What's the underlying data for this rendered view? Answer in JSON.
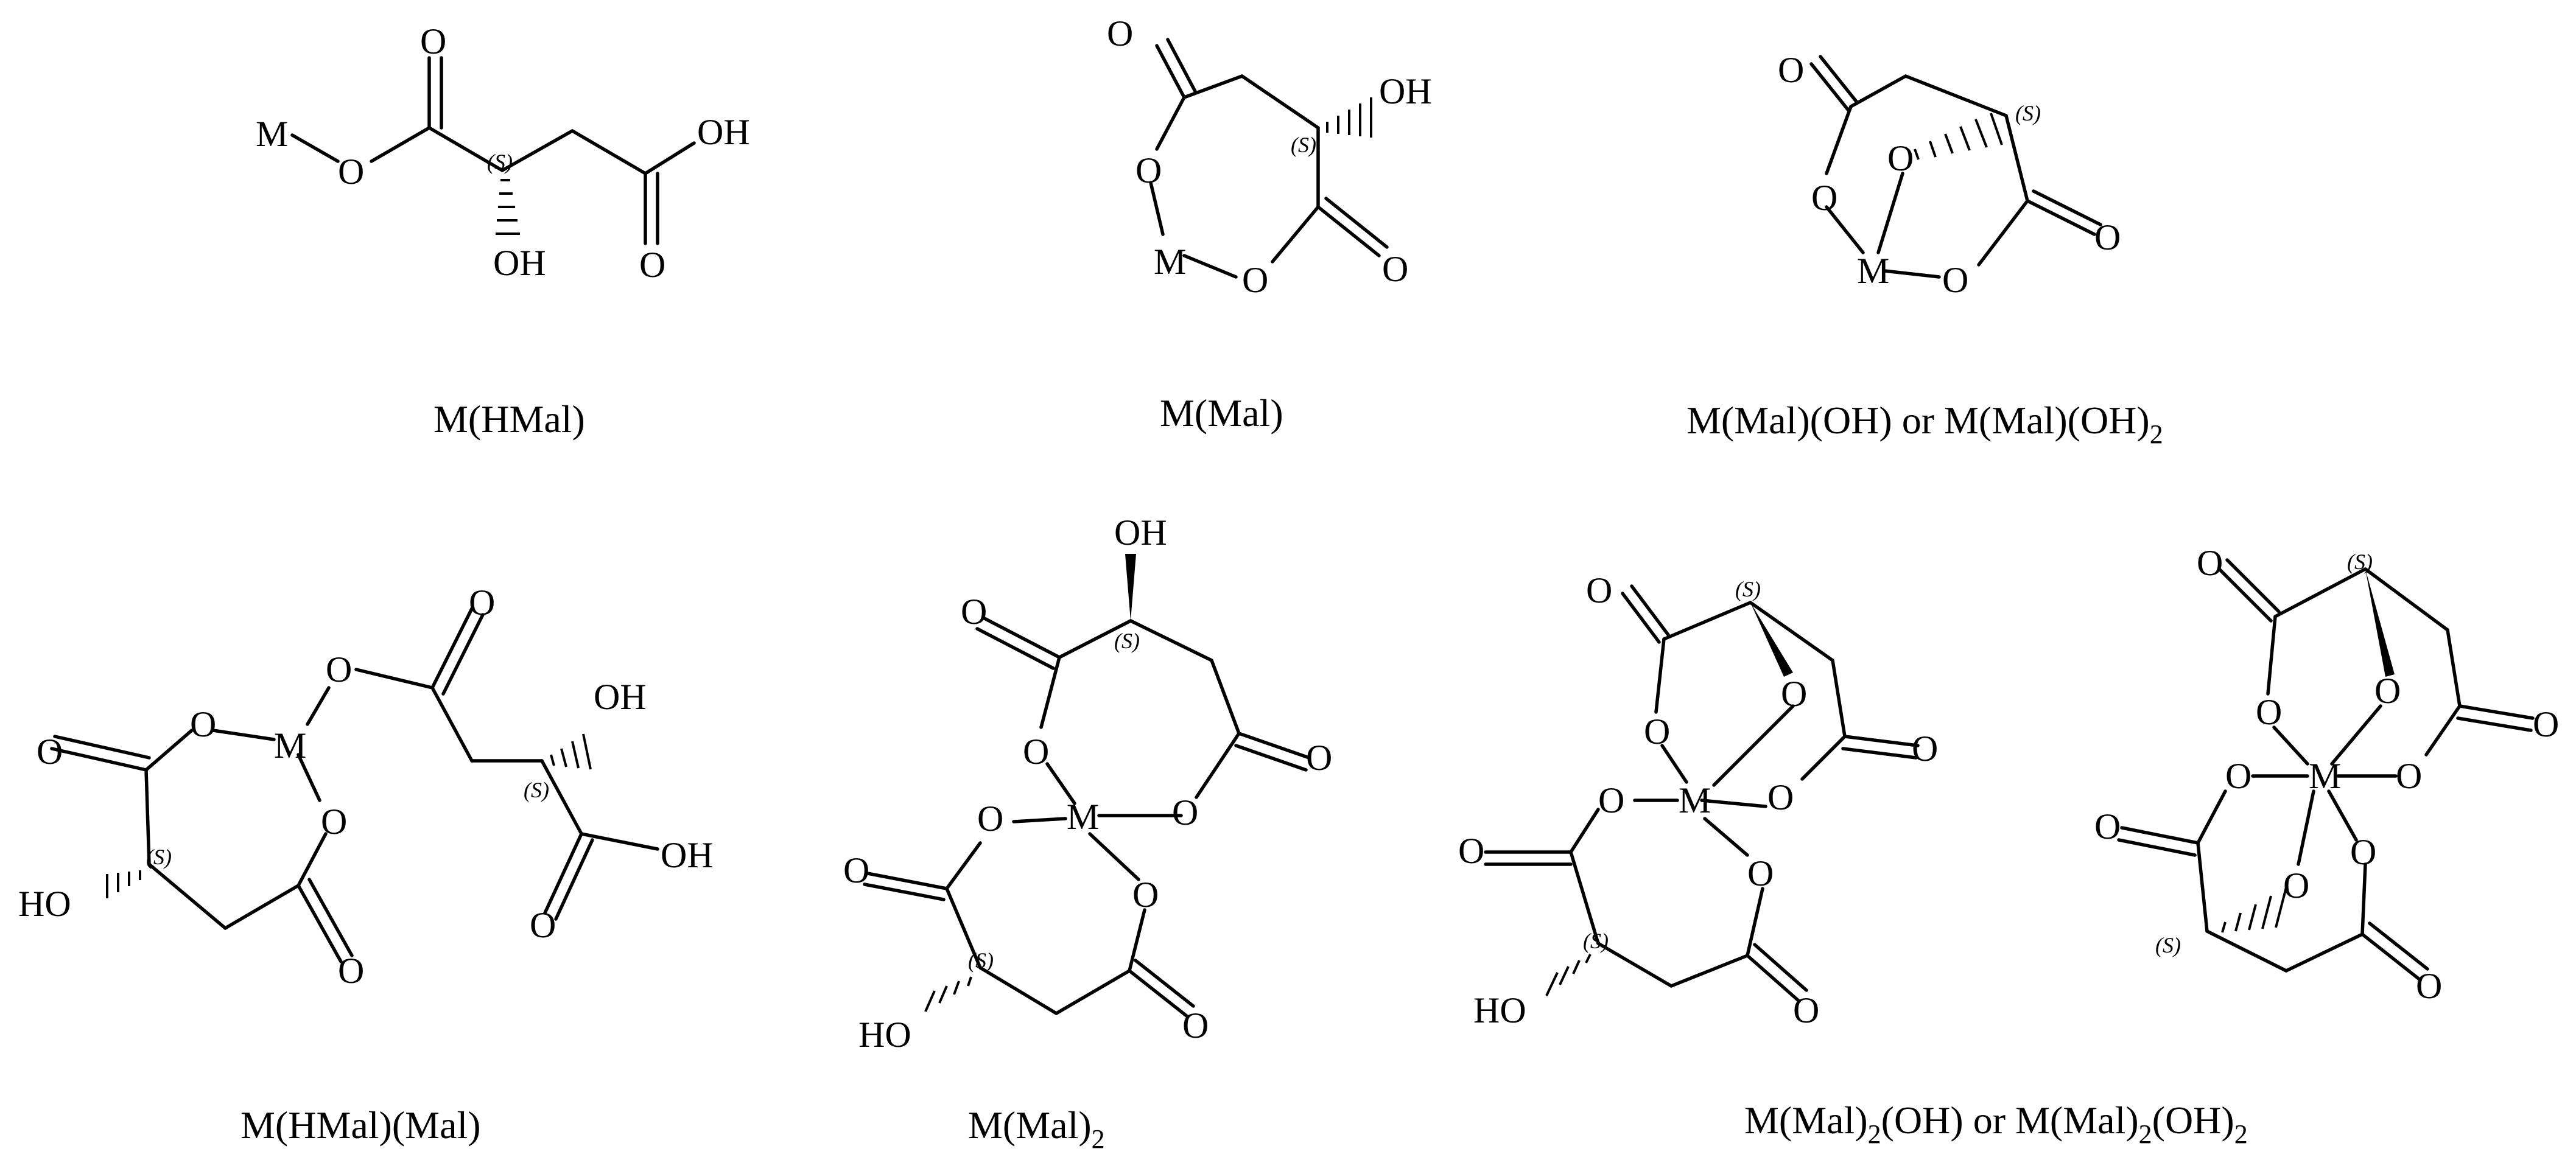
{
  "figure": {
    "captions": {
      "m_hmal": "M(HMal)",
      "m_mal": "M(Mal)",
      "m_mal_oh": {
        "part1": "M(Mal)(OH) or M(Mal)(OH)",
        "sub": "2"
      },
      "m_hmal_mal": "M(HMal)(Mal)",
      "m_mal2": {
        "part1": "M(Mal)",
        "sub": "2"
      },
      "m_mal2_oh": {
        "p1": "M(Mal)",
        "s1": "2",
        "p2": "(OH) or M(Mal)",
        "s2": "2",
        "p3": "(OH)",
        "s3": "2"
      }
    },
    "atom_labels": {
      "metal": "M",
      "oxygen": "O",
      "hydroxyl_right": "OH",
      "hydroxyl_left": "HO",
      "stereo": "(S)"
    },
    "colors": {
      "ink": "#000000",
      "background": "#ffffff"
    }
  }
}
